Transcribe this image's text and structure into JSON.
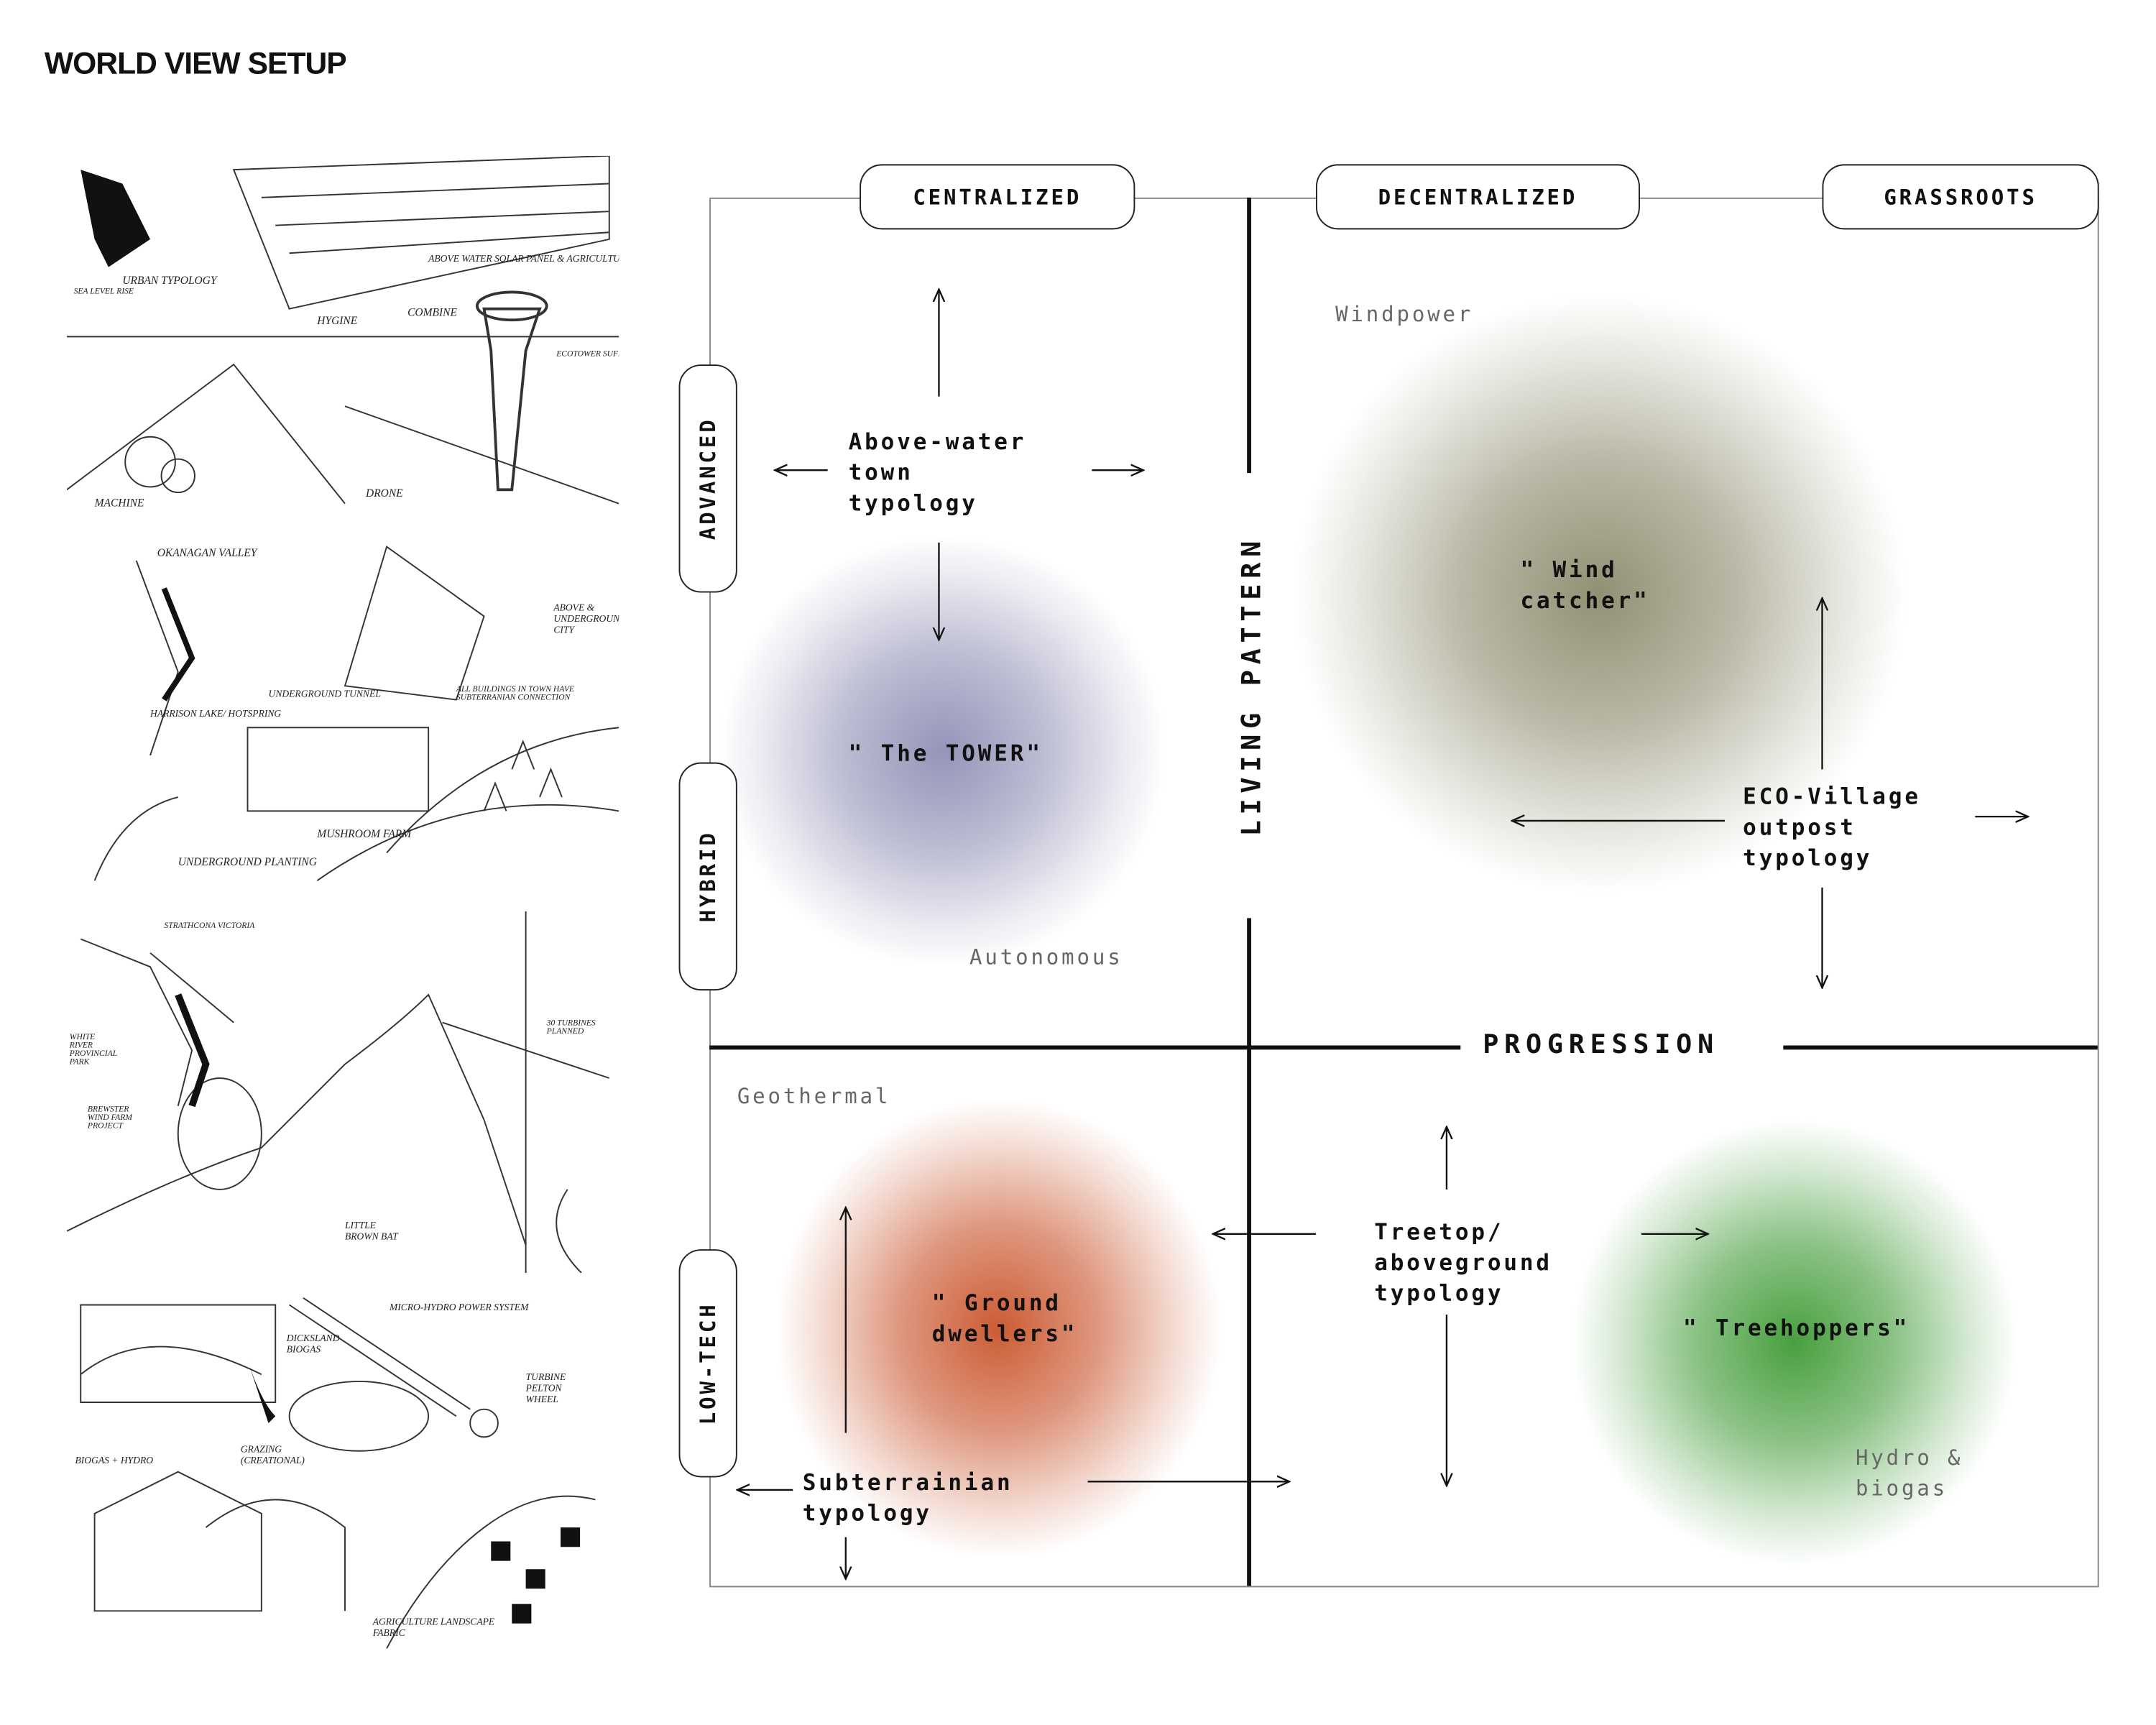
{
  "title": "WORLD VIEW SETUP",
  "sketches": [
    {
      "name": "urban-typology-sketch",
      "labels": [
        "URBAN TYPOLOGY",
        "SEA LEVEL RISE",
        "ABOVE WATER SOLAR PANEL & AGRICULTURE",
        "HYGINE",
        "COMBINE",
        "ECOTOWER SUFFICIENT FUNCTIONS",
        "MACHINE",
        "DRONE"
      ]
    },
    {
      "name": "underground-sketch",
      "labels": [
        "OKANAGAN VALLEY",
        "HARRISON LAKE/ HOTSPRING",
        "UNDERGROUND TUNNEL",
        "ABOVE & UNDERGROUND CITY",
        "ALL BUILDINGS IN TOWN HAVE SUBTERRANIAN CONNECTION",
        "MUSHROOM FARM",
        "UNDERGROUND PLANTING"
      ]
    },
    {
      "name": "wind-sketch",
      "labels": [
        "STRATHCONA VICTORIA",
        "WHITE RIVER PROVINCIAL PARK",
        "BREWSTER WIND FARM PROJECT",
        "30 TURBINES PLANNED",
        "LITTLE BROWN BAT"
      ]
    },
    {
      "name": "hydro-sketch",
      "labels": [
        "MICRO-HYDRO POWER SYSTEM",
        "DICKSLAND BIOGAS",
        "TURBINE PELTON WHEEL",
        "BIOGAS + HYDRO",
        "GRAZING (CREATIONAL)",
        "AGRICULTURE LANDSCAPE FABRIC"
      ]
    }
  ],
  "columns": {
    "centralized": "CENTRALIZED",
    "decentralized": "DECENTRALIZED",
    "grassroots": "GRASSROOTS"
  },
  "rows": {
    "advanced": "ADVANCED",
    "hybrid": "HYBRID",
    "lowtech": "LOW-TECH"
  },
  "axes": {
    "vertical": "LIVING PATTERN",
    "horizontal": "PROGRESSION"
  },
  "quadrants": {
    "tower": {
      "typology": [
        "Above-water",
        "town",
        "typology"
      ],
      "name": "\" The TOWER\"",
      "source": "Autonomous",
      "color": "#8f8fb5"
    },
    "wind": {
      "typology": [
        "ECO-Village",
        "outpost",
        "typology"
      ],
      "name": [
        "\" Wind",
        "catcher\""
      ],
      "source": "Windpower",
      "color": "#8c8a6c"
    },
    "ground": {
      "typology": [
        "Subterrainian",
        "typology"
      ],
      "name": [
        "\" Ground",
        "dwellers\""
      ],
      "source": "Geothermal",
      "color": "#c9532a"
    },
    "tree": {
      "typology": [
        "Treetop/",
        "aboveground",
        "typology"
      ],
      "name": "\" Treehoppers\"",
      "source": [
        "Hydro &",
        "biogas"
      ],
      "color": "#3f9a35"
    }
  }
}
